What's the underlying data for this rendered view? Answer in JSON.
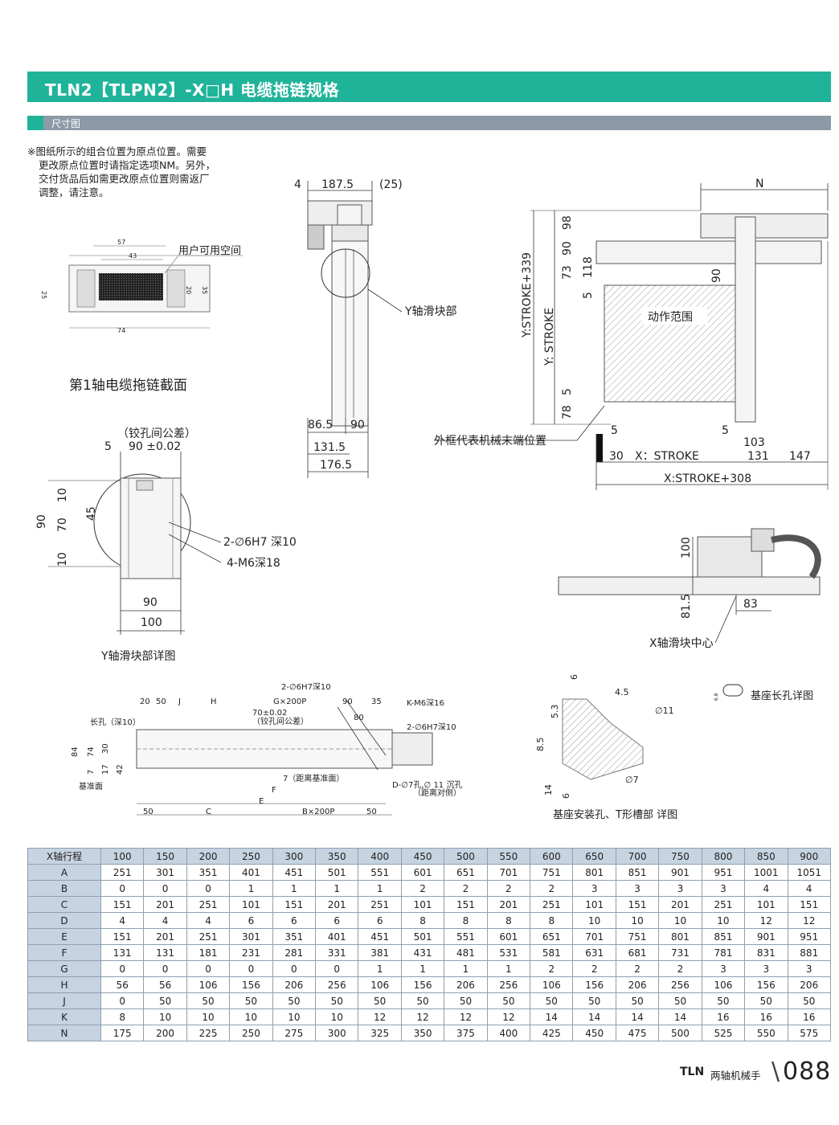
{
  "header": {
    "title": "TLN2【TLPN2】-X□H  电缆拖链规格",
    "section": "尺寸图"
  },
  "note": {
    "line1": "※图纸所示的组合位置为原点位置。需要",
    "line2": "更改原点位置时请指定选项NM。另外，",
    "line3": "交付货品后如需更改原点位置则需返厂",
    "line4": "调整，请注意。"
  },
  "chain_section": {
    "caption": "第1轴电缆拖链截面",
    "user_space": "用户可用空间",
    "d57": "57",
    "d43": "43",
    "d74": "74",
    "d25": "25",
    "d20": "20",
    "d35": "35"
  },
  "side_view": {
    "d4": "4",
    "d187_5": "187.5",
    "d25": "(25)",
    "d86_5": "86.5",
    "d90": "90",
    "d131_5": "131.5",
    "d176_5": "176.5",
    "label_slider": "Y轴滑块部"
  },
  "top_view": {
    "n": "N",
    "d98": "98",
    "d90": "90",
    "d73": "73",
    "d118": "118",
    "d5a": "5",
    "d90b": "90",
    "d5b": "5",
    "d78": "78",
    "y_stroke_339": "Y:STROKE+339",
    "y_stroke": "Y:  STROKE",
    "motion_range": "动作范围",
    "outer_frame": "外框代表机械末端位置",
    "d5c": "5",
    "d5d": "5",
    "d103": "103",
    "d30": "30",
    "x_stroke": "X：STROKE",
    "d131": "131",
    "d147": "147",
    "x_stroke_308": "X:STROKE+308"
  },
  "y_slider_detail": {
    "tol_label": "（铰孔间公差）",
    "d5": "5",
    "d90_tol": "90 ±0.02",
    "d10a": "10",
    "d45": "45",
    "d90": "90",
    "d70": "70",
    "d10b": "10",
    "hole1": "2-∅6H7 深10",
    "hole2": "4-M6深18",
    "d90w": "90",
    "d100": "100",
    "caption": "Y轴滑块部详图"
  },
  "front_view": {
    "d100": "100",
    "d81_5": "81.5",
    "d83": "83",
    "label_center": "X轴滑块中心"
  },
  "base_view": {
    "hole_top": "2-∅6H7深10",
    "d20": "20",
    "d50": "50",
    "j": "J",
    "h": "H",
    "g200p": "G×200P",
    "d90": "90",
    "d35": "35",
    "km6": "K-M6深16",
    "d70_tol": "70±0.02",
    "tol_label": "（铰孔间公差）",
    "d80": "80",
    "hole_right": "2-∅6H7深10",
    "slot": "长孔（深10）",
    "d84": "84",
    "d74": "74",
    "d30": "30",
    "d7": "7",
    "d17": "17",
    "d42": "42",
    "ref_surface": "基准面",
    "dist_ref": "7（距离基准面）",
    "d_holes": "D-∅7孔,∅ 11 沉孔",
    "d_holes2": "（距离对侧）",
    "f": "F",
    "e": "E",
    "c": "C",
    "b200p": "B×200P",
    "d50a": "50",
    "d50b": "50"
  },
  "tslot_detail": {
    "d6": "6",
    "d4_5": "4.5",
    "d11": "∅11",
    "d5_3": "5.3",
    "d8_5": "8.5",
    "d7": "∅7",
    "d14": "14",
    "d6b": "6",
    "caption": "基座安装孔、T形槽部 详图"
  },
  "slot_detail": {
    "caption": "基座长孔详图",
    "d": "6.8"
  },
  "table": {
    "columns": [
      "X轴行程",
      "100",
      "150",
      "200",
      "250",
      "300",
      "350",
      "400",
      "450",
      "500",
      "550",
      "600",
      "650",
      "700",
      "750",
      "800",
      "850",
      "900"
    ],
    "rows": [
      [
        "A",
        "251",
        "301",
        "351",
        "401",
        "451",
        "501",
        "551",
        "601",
        "651",
        "701",
        "751",
        "801",
        "851",
        "901",
        "951",
        "1001",
        "1051"
      ],
      [
        "B",
        "0",
        "0",
        "0",
        "1",
        "1",
        "1",
        "1",
        "2",
        "2",
        "2",
        "2",
        "3",
        "3",
        "3",
        "3",
        "4",
        "4"
      ],
      [
        "C",
        "151",
        "201",
        "251",
        "101",
        "151",
        "201",
        "251",
        "101",
        "151",
        "201",
        "251",
        "101",
        "151",
        "201",
        "251",
        "101",
        "151"
      ],
      [
        "D",
        "4",
        "4",
        "4",
        "6",
        "6",
        "6",
        "6",
        "8",
        "8",
        "8",
        "8",
        "10",
        "10",
        "10",
        "10",
        "12",
        "12"
      ],
      [
        "E",
        "151",
        "201",
        "251",
        "301",
        "351",
        "401",
        "451",
        "501",
        "551",
        "601",
        "651",
        "701",
        "751",
        "801",
        "851",
        "901",
        "951"
      ],
      [
        "F",
        "131",
        "131",
        "181",
        "231",
        "281",
        "331",
        "381",
        "431",
        "481",
        "531",
        "581",
        "631",
        "681",
        "731",
        "781",
        "831",
        "881"
      ],
      [
        "G",
        "0",
        "0",
        "0",
        "0",
        "0",
        "0",
        "1",
        "1",
        "1",
        "1",
        "2",
        "2",
        "2",
        "2",
        "3",
        "3",
        "3"
      ],
      [
        "H",
        "56",
        "56",
        "106",
        "156",
        "206",
        "256",
        "106",
        "156",
        "206",
        "256",
        "106",
        "156",
        "206",
        "256",
        "106",
        "156",
        "206"
      ],
      [
        "J",
        "0",
        "50",
        "50",
        "50",
        "50",
        "50",
        "50",
        "50",
        "50",
        "50",
        "50",
        "50",
        "50",
        "50",
        "50",
        "50",
        "50"
      ],
      [
        "K",
        "8",
        "10",
        "10",
        "10",
        "10",
        "10",
        "12",
        "12",
        "12",
        "12",
        "14",
        "14",
        "14",
        "14",
        "16",
        "16",
        "16"
      ],
      [
        "N",
        "175",
        "200",
        "225",
        "250",
        "275",
        "300",
        "325",
        "350",
        "375",
        "400",
        "425",
        "450",
        "475",
        "500",
        "525",
        "550",
        "575"
      ]
    ]
  },
  "footer": {
    "brand": "TLN",
    "subtitle": "两轴机械手",
    "page": "088"
  }
}
